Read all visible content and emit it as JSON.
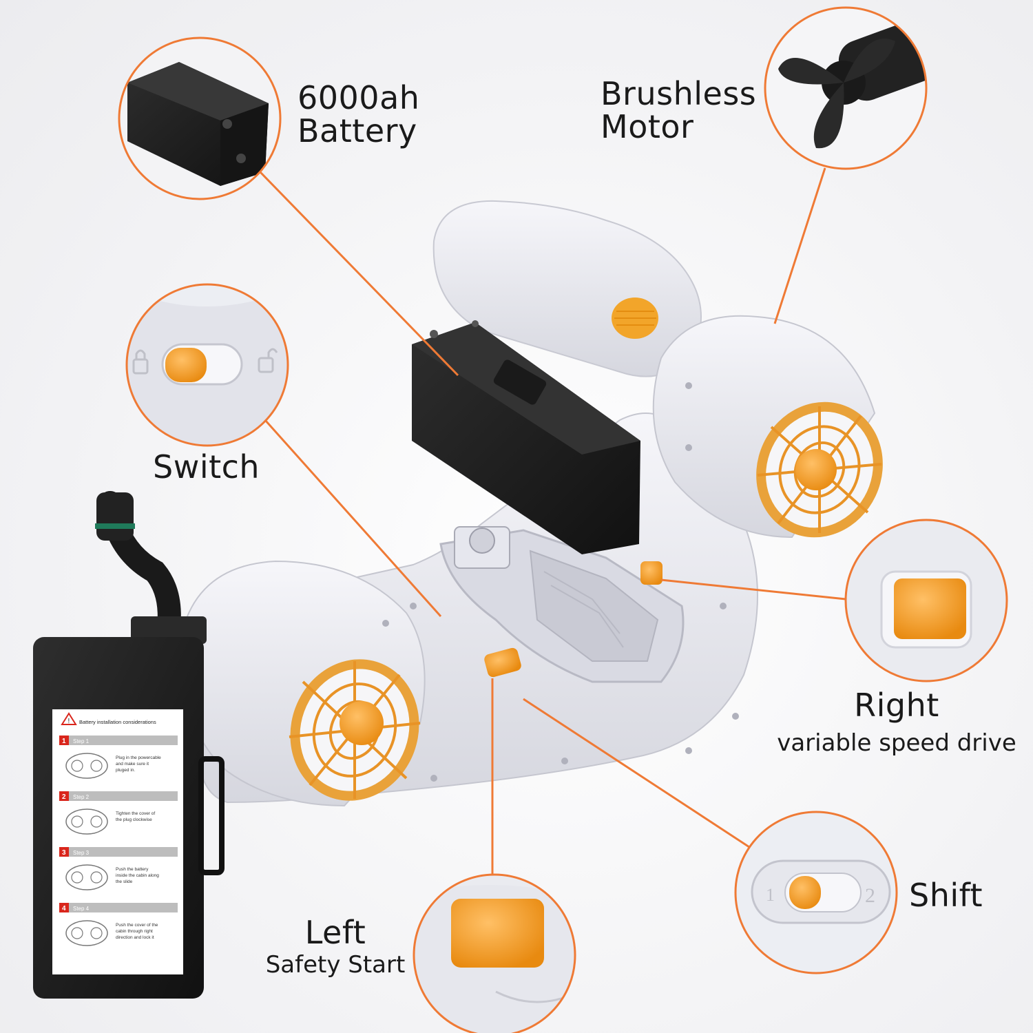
{
  "colors": {
    "accent": "#f29a1f",
    "callout_stroke": "#ef7a35",
    "body": "#e2e3ea",
    "battery": "#1c1c1c"
  },
  "callouts": {
    "battery": {
      "line1": "6000ah",
      "line2": "Battery"
    },
    "motor": {
      "line1": "Brushless",
      "line2": "Motor"
    },
    "switch": {
      "label": "Switch"
    },
    "right": {
      "line1": "Right",
      "line2": "variable speed drive"
    },
    "shift": {
      "label": "Shift",
      "mark_1": "1",
      "mark_2": "2"
    },
    "left": {
      "line1": "Left",
      "line2": "Safety Start"
    }
  },
  "battery_card": {
    "title": "Battery installation considerations",
    "steps": [
      {
        "number": "1",
        "label": "Step 1",
        "text": "Plug in the powercable and make sure it pluged in."
      },
      {
        "number": "2",
        "label": "Step 2",
        "text": "Tighten the cover of the plug clockwise"
      },
      {
        "number": "3",
        "label": "Step 3",
        "text": "Push the battery inside the cabin along the slide"
      },
      {
        "number": "4",
        "label": "Step 4",
        "text": "Push the cover of the cabin through right direction and lock it"
      }
    ]
  },
  "icons": {
    "lock": "lock-icon",
    "unlock": "unlock-icon",
    "warning": "warning-icon"
  }
}
